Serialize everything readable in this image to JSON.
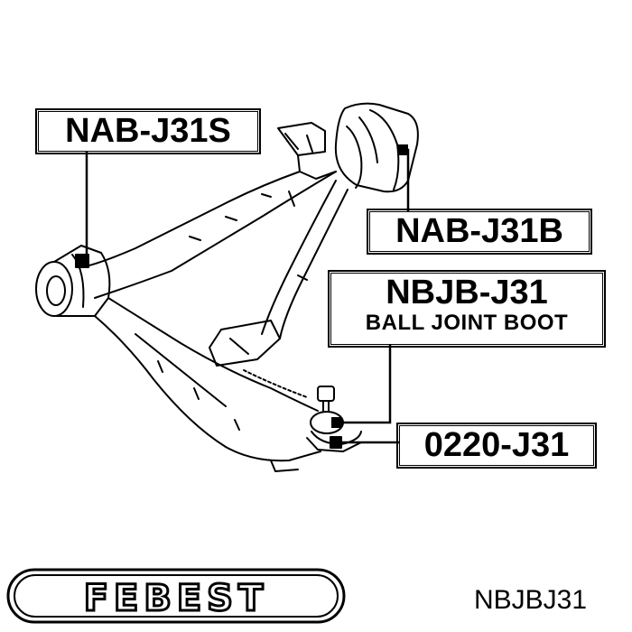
{
  "callouts": {
    "nab_j31s": "NAB-J31S",
    "nab_j31b": "NAB-J31B",
    "nbjb_j31": "NBJB-J31",
    "ball_joint_boot": "BALL JOINT BOOT",
    "part_0220_j31": "0220-J31"
  },
  "brand": {
    "logo_text": "FEBEST"
  },
  "part_number": "NBJBJ31",
  "colors": {
    "ink": "#000000",
    "background": "#ffffff"
  }
}
